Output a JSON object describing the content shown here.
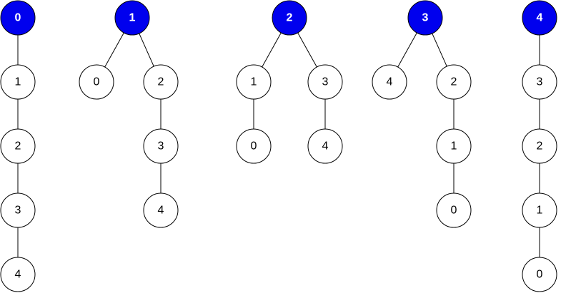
{
  "colors": {
    "root_fill": "#0000ee",
    "root_text": "#ffffff",
    "node_fill": "#ffffff",
    "node_text": "#000000",
    "line": "#000000"
  },
  "trees": [
    {
      "root": "0",
      "nodes": [
        {
          "id": "t0n0",
          "label": "0",
          "root": true
        },
        {
          "id": "t0n1",
          "label": "1"
        },
        {
          "id": "t0n2",
          "label": "2"
        },
        {
          "id": "t0n3",
          "label": "3"
        },
        {
          "id": "t0n4",
          "label": "4"
        }
      ],
      "edges": [
        [
          "t0n0",
          "t0n1"
        ],
        [
          "t0n1",
          "t0n2"
        ],
        [
          "t0n2",
          "t0n3"
        ],
        [
          "t0n3",
          "t0n4"
        ]
      ]
    },
    {
      "root": "1",
      "nodes": [
        {
          "id": "t1n0",
          "label": "1",
          "root": true
        },
        {
          "id": "t1n1",
          "label": "0"
        },
        {
          "id": "t1n2",
          "label": "2"
        },
        {
          "id": "t1n3",
          "label": "3"
        },
        {
          "id": "t1n4",
          "label": "4"
        }
      ],
      "edges": [
        [
          "t1n0",
          "t1n1"
        ],
        [
          "t1n0",
          "t1n2"
        ],
        [
          "t1n2",
          "t1n3"
        ],
        [
          "t1n3",
          "t1n4"
        ]
      ]
    },
    {
      "root": "2",
      "nodes": [
        {
          "id": "t2n0",
          "label": "2",
          "root": true
        },
        {
          "id": "t2n1",
          "label": "1"
        },
        {
          "id": "t2n2",
          "label": "3"
        },
        {
          "id": "t2n3",
          "label": "0"
        },
        {
          "id": "t2n4",
          "label": "4"
        }
      ],
      "edges": [
        [
          "t2n0",
          "t2n1"
        ],
        [
          "t2n0",
          "t2n2"
        ],
        [
          "t2n1",
          "t2n3"
        ],
        [
          "t2n2",
          "t2n4"
        ]
      ]
    },
    {
      "root": "3",
      "nodes": [
        {
          "id": "t3n0",
          "label": "3",
          "root": true
        },
        {
          "id": "t3n1",
          "label": "4"
        },
        {
          "id": "t3n2",
          "label": "2"
        },
        {
          "id": "t3n3",
          "label": "1"
        },
        {
          "id": "t3n4",
          "label": "0"
        }
      ],
      "edges": [
        [
          "t3n0",
          "t3n1"
        ],
        [
          "t3n0",
          "t3n2"
        ],
        [
          "t3n2",
          "t3n3"
        ],
        [
          "t3n3",
          "t3n4"
        ]
      ]
    },
    {
      "root": "4",
      "nodes": [
        {
          "id": "t4n0",
          "label": "4",
          "root": true
        },
        {
          "id": "t4n1",
          "label": "3"
        },
        {
          "id": "t4n2",
          "label": "2"
        },
        {
          "id": "t4n3",
          "label": "1"
        },
        {
          "id": "t4n4",
          "label": "0"
        }
      ],
      "edges": [
        [
          "t4n0",
          "t4n1"
        ],
        [
          "t4n1",
          "t4n2"
        ],
        [
          "t4n2",
          "t4n3"
        ],
        [
          "t4n3",
          "t4n4"
        ]
      ]
    }
  ]
}
